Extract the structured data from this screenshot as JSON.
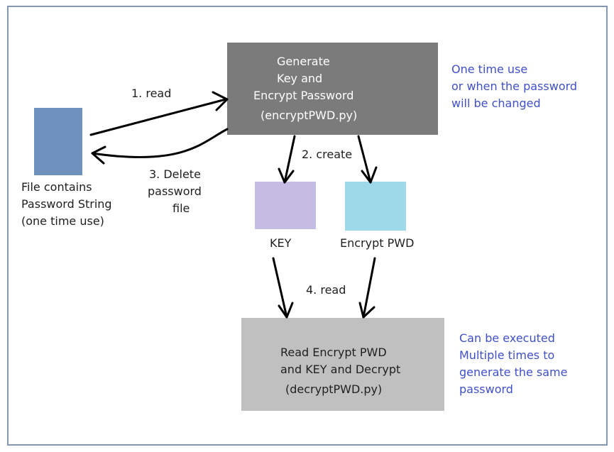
{
  "colors": {
    "border": "#8496b0",
    "password_file": "#6f91be",
    "encrypt_box": "#7b7b7b",
    "key_box": "#c5bde3",
    "encrypt_pwd_box": "#9dd9e8",
    "decrypt_box": "#c0c0c0",
    "note_text": "#4050c8"
  },
  "encrypt_box": {
    "line1": "Generate",
    "line2": "Key and",
    "line3": "Encrypt Password",
    "line4": "(encryptPWD.py)"
  },
  "decrypt_box": {
    "line1": "Read Encrypt PWD",
    "line2": "and KEY and Decrypt",
    "line3": "(decryptPWD.py)"
  },
  "password_file": {
    "line1": "File contains",
    "line2": "Password String",
    "line3": "(one time use)"
  },
  "key_label": "KEY",
  "encrypt_pwd_label": "Encrypt PWD",
  "steps": {
    "read1": "1. read",
    "create": "2. create",
    "delete_line1": "3. Delete",
    "delete_line2": "password",
    "delete_line3": "file",
    "read4": "4. read"
  },
  "notes": {
    "top_line1": "One time use",
    "top_line2": "or when the password",
    "top_line3": "will be changed",
    "bottom_line1": "Can be executed",
    "bottom_line2": "Multiple times to",
    "bottom_line3": "generate the same",
    "bottom_line4": "password"
  }
}
